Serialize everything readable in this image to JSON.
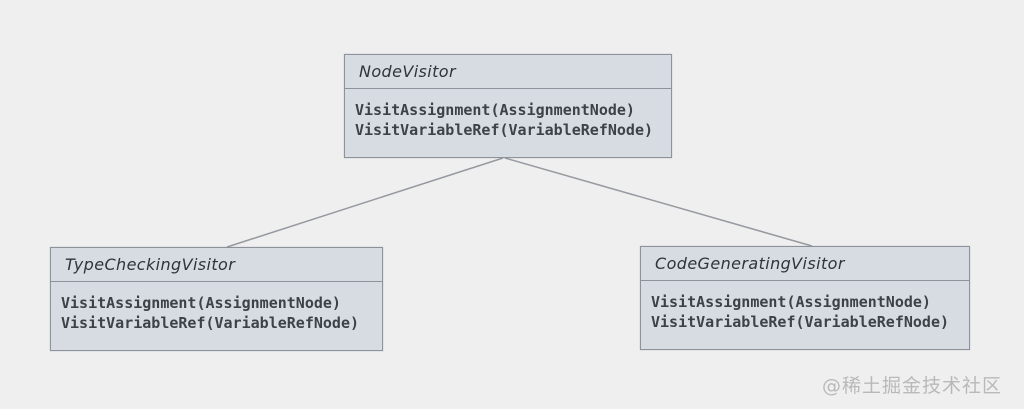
{
  "diagram": {
    "kind": "uml-class-diagram",
    "classes": [
      {
        "id": "node-visitor",
        "name": "NodeVisitor",
        "methods": [
          "VisitAssignment(AssignmentNode)",
          "VisitVariableRef(VariableRefNode)"
        ]
      },
      {
        "id": "type-checking-visitor",
        "name": "TypeCheckingVisitor",
        "methods": [
          "VisitAssignment(AssignmentNode)",
          "VisitVariableRef(VariableRefNode)"
        ]
      },
      {
        "id": "code-generating-visitor",
        "name": "CodeGeneratingVisitor",
        "methods": [
          "VisitAssignment(AssignmentNode)",
          "VisitVariableRef(VariableRefNode)"
        ]
      }
    ],
    "edges": [
      {
        "from": "NodeVisitor",
        "to": "TypeCheckingVisitor"
      },
      {
        "from": "NodeVisitor",
        "to": "CodeGeneratingVisitor"
      }
    ],
    "watermark": "@稀土掘金技术社区",
    "colors": {
      "background": "#efefef",
      "box_fill": "#d7dce3",
      "box_border": "#8e939b",
      "connector_line": "#969aa0",
      "method_text": "#3d4248",
      "title_text": "#2f343b",
      "watermark_text": "#b9b9b9"
    }
  }
}
